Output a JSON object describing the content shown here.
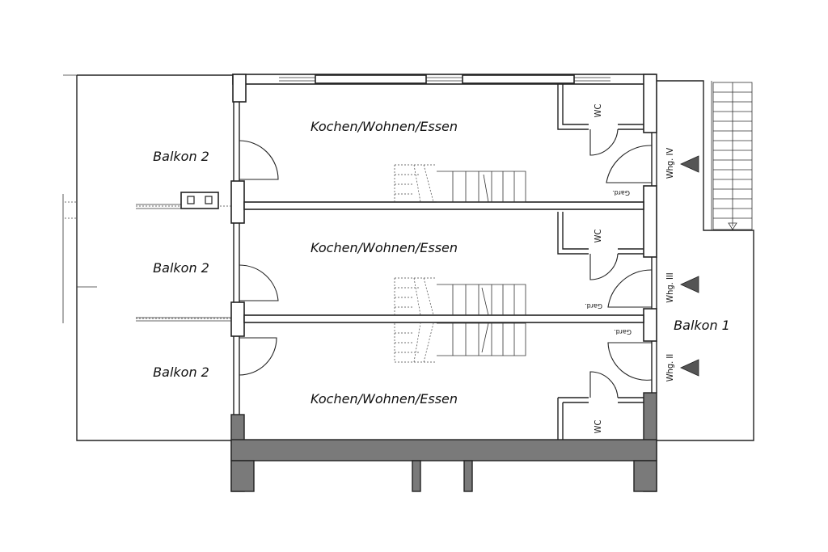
{
  "rooms": {
    "top": "Kochen/Wohnen/Essen",
    "middle": "Kochen/Wohnen/Essen",
    "bottom": "Kochen/Wohnen/Essen"
  },
  "balconies": {
    "left_top": "Balkon 2",
    "left_middle": "Balkon 2",
    "left_bottom": "Balkon 2",
    "right": "Balkon 1"
  },
  "wc": {
    "top": "WC",
    "middle": "WC",
    "bottom": "WC"
  },
  "units": {
    "top": "Whg. IV",
    "middle": "Whg. III",
    "bottom": "Whg. II"
  },
  "wardrobe": {
    "top": "Gard.",
    "middle": "Gard.",
    "bottom": "Gard."
  }
}
